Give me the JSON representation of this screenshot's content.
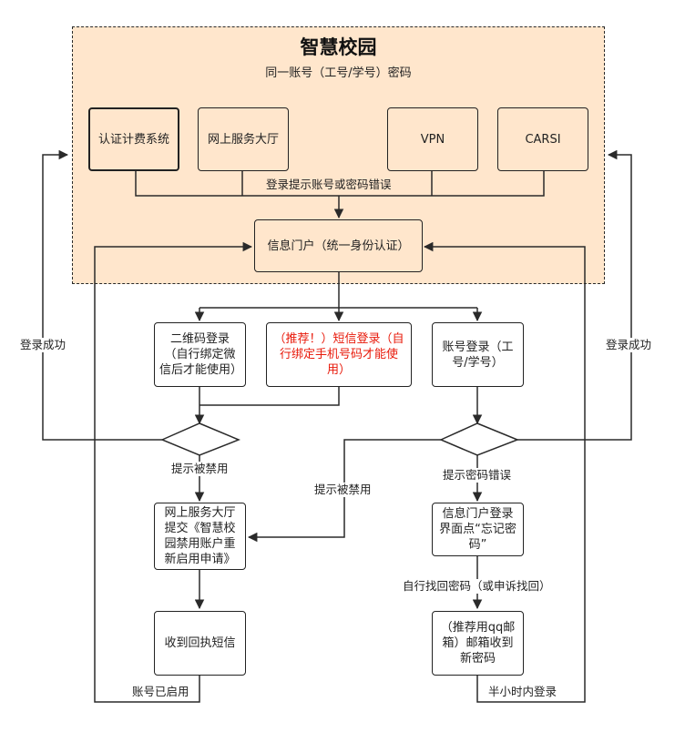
{
  "header": {
    "title": "智慧校园",
    "subtitle": "同一账号（工号/学号）密码"
  },
  "systems": [
    {
      "label": "认证计费系统"
    },
    {
      "label": "网上服务大厅"
    },
    {
      "label": "VPN"
    },
    {
      "label": "CARSI"
    }
  ],
  "portal": {
    "label": "信息门户（统一身份认证）"
  },
  "login_methods": {
    "qr": "二维码登录（自行绑定微信后才能使用）",
    "sms": "（推荐！）短信登录（自行绑定手机号码才能使用）",
    "account": "账号登录（工号/学号）"
  },
  "left_branch": {
    "apply": "网上服务大厅提交《智慧校园禁用账户重新启用申请》",
    "receipt": "收到回执短信"
  },
  "right_branch": {
    "forgot": "信息门户登录界面点“忘记密码”",
    "email": "（推荐用qq邮箱）邮箱收到新密码"
  },
  "edge_labels": {
    "wrong_password_top": "登录提示账号或密码错误",
    "login_success_left": "登录成功",
    "login_success_right": "登录成功",
    "disabled_left": "提示被禁用",
    "disabled_middle": "提示被禁用",
    "wrong_password": "提示密码错误",
    "self_recover": "自行找回密码（或申诉找回）",
    "account_enabled": "账号已启用",
    "half_hour": "半小时内登录"
  },
  "colors": {
    "zone_fill": "#ffe6cc",
    "line": "#2a2a2a",
    "highlight_text": "#e8190a"
  }
}
